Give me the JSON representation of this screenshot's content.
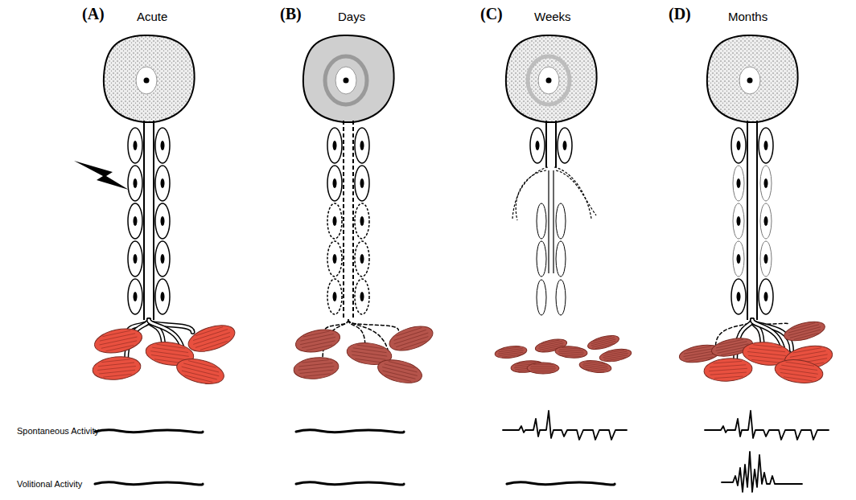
{
  "diagram": {
    "labels": [
      "(A)",
      "Acute",
      "(B)",
      "Days",
      "(C)",
      "Weeks",
      "(D)",
      "Months",
      "Spontaneous Activity",
      "Volitional Activity"
    ]
  }
}
